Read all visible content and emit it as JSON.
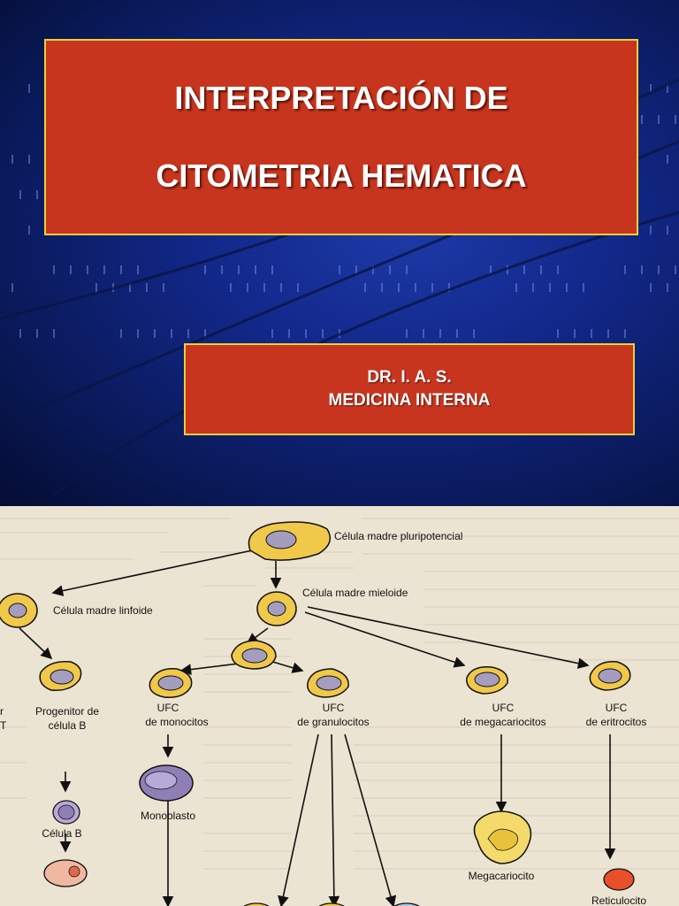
{
  "slide": {
    "title_line1": "INTERPRETACIÓN DE",
    "title_line2": "CITOMETRIA HEMATICA",
    "author": "DR. I. A. S.",
    "department": "MEDICINA INTERNA"
  },
  "diagram": {
    "nodes": {
      "pluripotent": "Célula madre pluripotencial",
      "myeloid": "Célula madre mieloide",
      "lymphoid": "Célula madre linfoide",
      "b_progenitor_l1": "Progenitor de",
      "b_progenitor_l2": "célula B",
      "t_progenitor_l1": "r",
      "t_progenitor_l2": "T",
      "ufc_mono_l1": "UFC",
      "ufc_mono_l2": "de monocitos",
      "ufc_gran_l1": "UFC",
      "ufc_gran_l2": "de granulocitos",
      "ufc_mega_l1": "UFC",
      "ufc_mega_l2": "de megacariocitos",
      "ufc_eri_l1": "UFC",
      "ufc_eri_l2": "de eritrocitos",
      "b_cell": "Célula B",
      "monoblast": "Monoblasto",
      "megakaryocyte": "Megacariocito",
      "reticulocyte": "Reticulocito"
    }
  }
}
